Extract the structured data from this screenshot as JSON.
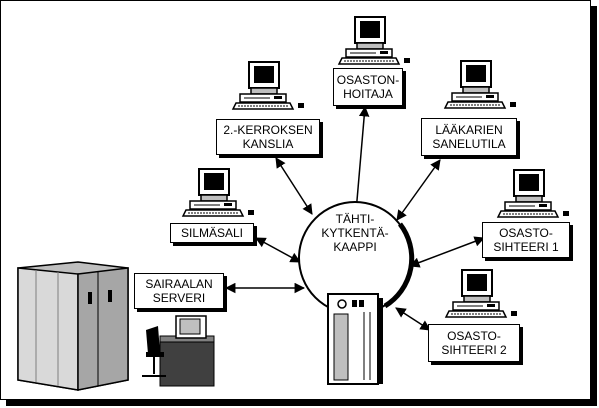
{
  "hub": {
    "lines": [
      "TÄHTI-",
      "KYTKENTÄ-",
      "KAAPPI"
    ]
  },
  "nodes": {
    "osastonhoitaja": [
      "OSASTON-",
      "HOITAJA"
    ],
    "kerros2": [
      "2.-KERROKSEN",
      "KANSLIA"
    ],
    "laakarien": [
      "LÄÄKARIEN",
      "SANELUTILA"
    ],
    "silmasali": [
      "SILMÄSALI"
    ],
    "osastosihteeri1": [
      "OSASTO-",
      "SIHTEERI 1"
    ],
    "sairaalan": [
      "SAIRAALAN",
      "SERVERI"
    ],
    "osastosihteeri2": [
      "OSASTO-",
      "SIHTEERI 2"
    ]
  },
  "colors": {
    "ink": "#000000",
    "paper": "#ffffff",
    "shade": "#bfbfbf",
    "dark": "#808080"
  }
}
